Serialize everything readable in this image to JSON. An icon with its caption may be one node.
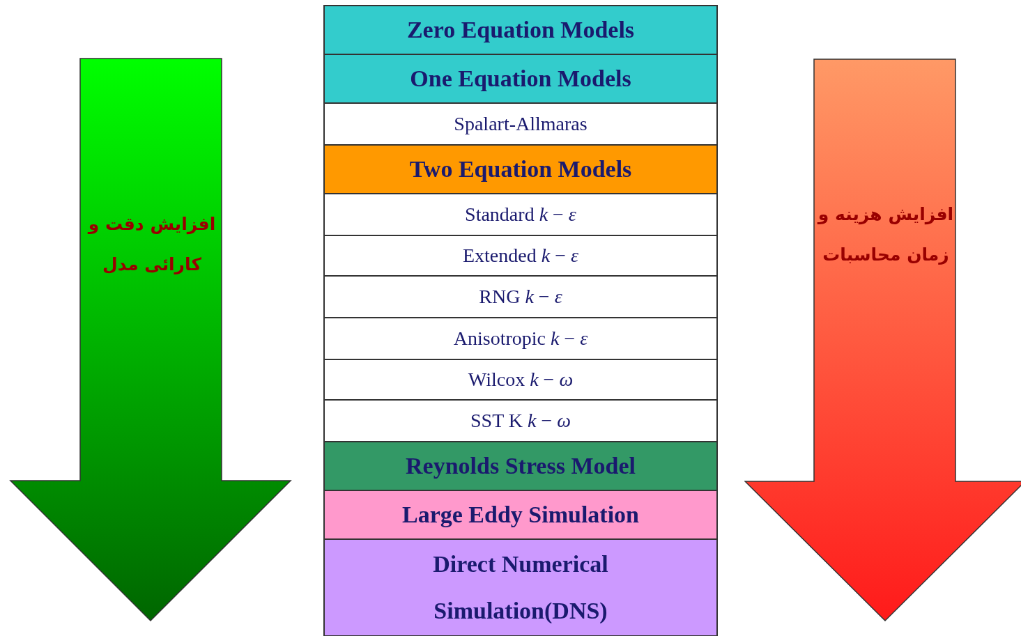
{
  "diagram": {
    "nodes": [
      {
        "text": [
          "افزایش دقت و کارائی مدل"
        ]
      },
      {
        "text": [
          "Zero Equation Models"
        ]
      },
      {
        "text": [
          "One Equation Models"
        ]
      },
      {
        "text": [
          "Spalart-Allmaras"
        ]
      },
      {
        "text": [
          "Two Equation Models"
        ]
      },
      {
        "text": [
          "Standard *k* − *ε*"
        ]
      },
      {
        "text": [
          "Extended *k* − *ε*"
        ]
      },
      {
        "text": [
          "RNG *k* − *ε*"
        ]
      },
      {
        "text": [
          "Anisotropic *k* − *ε*"
        ]
      },
      {
        "text": [
          "Wilcox *k* − *ω*"
        ]
      },
      {
        "text": [
          "SST K *k* − *ω*"
        ]
      },
      {
        "text": [
          "Reynolds Stress Model"
        ]
      },
      {
        "text": [
          "Large Eddy Simulation"
        ]
      },
      {
        "text": [
          "Direct Numerical Simulation(DNS)"
        ]
      },
      {
        "text": [
          "افزایش هزینه و زمان محاسبات"
        ]
      }
    ]
  }
}
